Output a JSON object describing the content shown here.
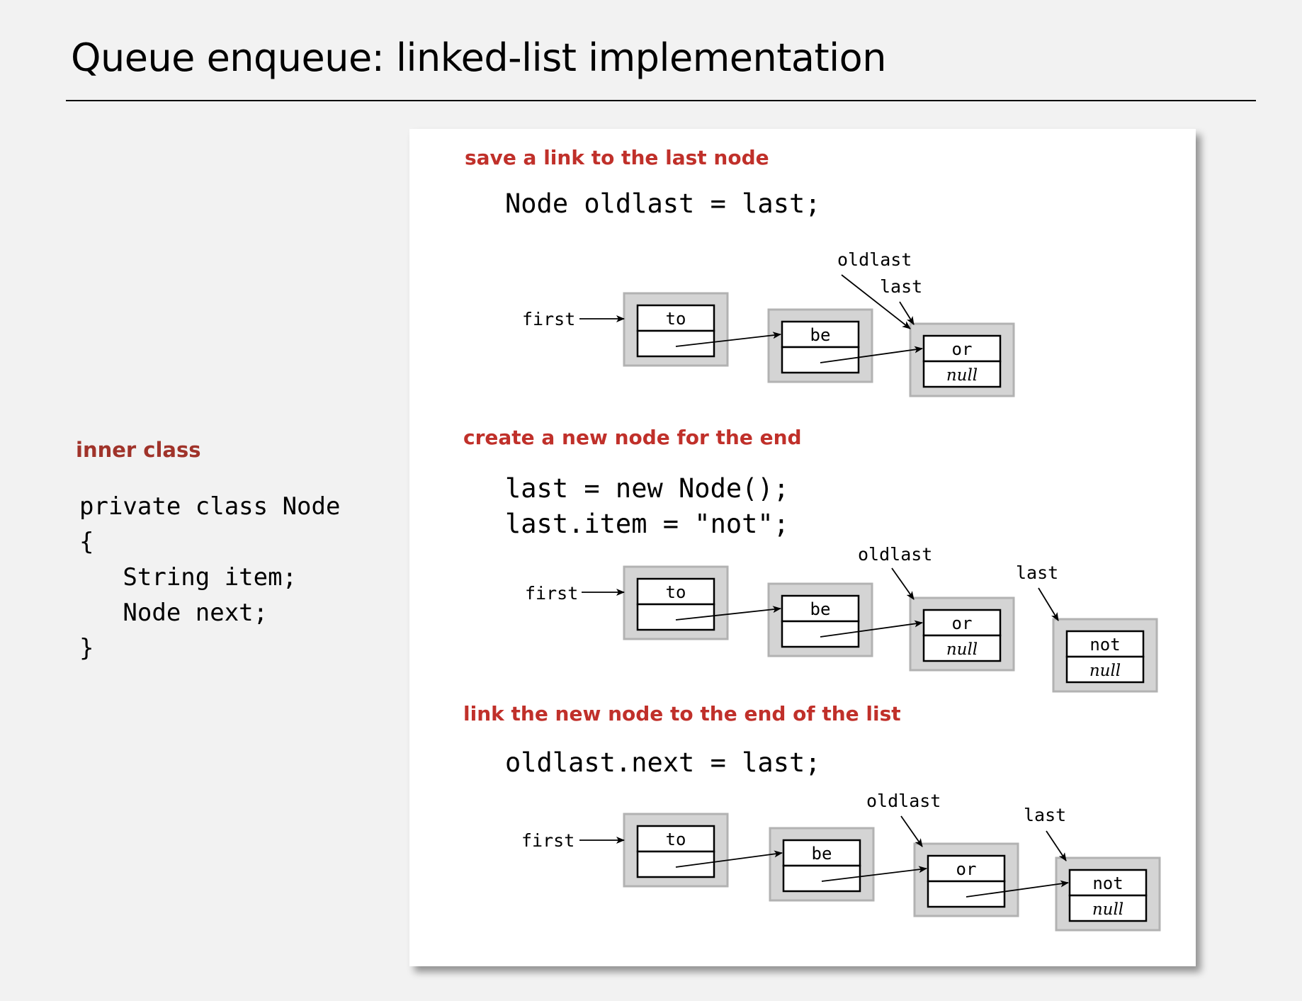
{
  "slide": {
    "title": "Queue enqueue:  linked-list implementation"
  },
  "sidebar": {
    "caption": "inner class",
    "code_lines": [
      "private class Node",
      "{",
      "   String item;",
      "   Node next;",
      "}"
    ]
  },
  "diagram": {
    "pointer_names": {
      "first": "first",
      "oldlast": "oldlast",
      "last": "last"
    },
    "steps": [
      {
        "heading": "save a link to the last node",
        "code": [
          "Node oldlast = last;"
        ],
        "nodes": [
          {
            "item": "to",
            "next": ""
          },
          {
            "item": "be",
            "next": ""
          },
          {
            "item": "or",
            "next": "null"
          }
        ],
        "links": [
          [
            0,
            1
          ],
          [
            1,
            2
          ]
        ],
        "pointers": {
          "first": 0,
          "oldlast": 2,
          "last": 2
        }
      },
      {
        "heading": "create a new node for the end",
        "code": [
          "last = new Node();",
          "last.item = \"not\";"
        ],
        "nodes": [
          {
            "item": "to",
            "next": ""
          },
          {
            "item": "be",
            "next": ""
          },
          {
            "item": "or",
            "next": "null"
          },
          {
            "item": "not",
            "next": "null"
          }
        ],
        "links": [
          [
            0,
            1
          ],
          [
            1,
            2
          ]
        ],
        "pointers": {
          "first": 0,
          "oldlast": 2,
          "last": 3
        }
      },
      {
        "heading": "link the new node to the end of the list",
        "code": [
          "oldlast.next = last;"
        ],
        "nodes": [
          {
            "item": "to",
            "next": ""
          },
          {
            "item": "be",
            "next": ""
          },
          {
            "item": "or",
            "next": ""
          },
          {
            "item": "not",
            "next": "null"
          }
        ],
        "links": [
          [
            0,
            1
          ],
          [
            1,
            2
          ],
          [
            2,
            3
          ]
        ],
        "pointers": {
          "first": 0,
          "oldlast": 2,
          "last": 3
        }
      }
    ]
  }
}
